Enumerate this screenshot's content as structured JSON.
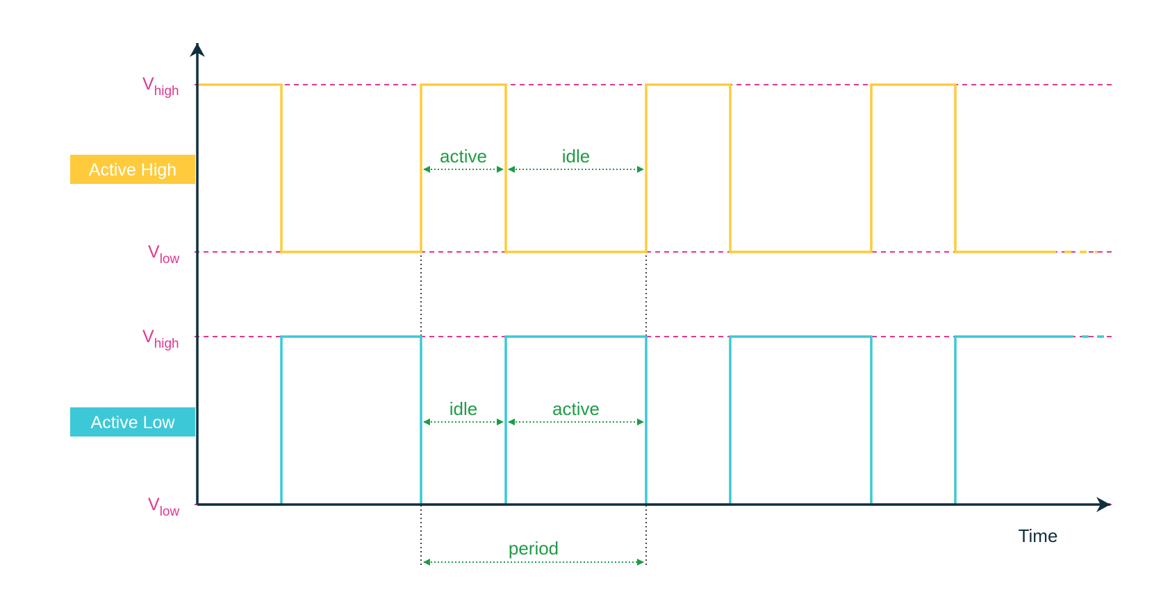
{
  "levels": {
    "high_main": "V",
    "high_sub": "high",
    "low_main": "V",
    "low_sub": "low"
  },
  "signals": {
    "active_high": {
      "label": "Active High"
    },
    "active_low": {
      "label": "Active Low"
    }
  },
  "annotations": {
    "top_active": "active",
    "top_idle": "idle",
    "bottom_idle": "idle",
    "bottom_active": "active",
    "period": "period"
  },
  "axis": {
    "x_label": "Time"
  },
  "colors": {
    "active_high": "#FFCB3D",
    "active_low": "#3CC8D7",
    "level_line": "#E0368F",
    "annotation": "#1E9C45",
    "axis": "#0F2F3F",
    "guide": "#000000"
  }
}
